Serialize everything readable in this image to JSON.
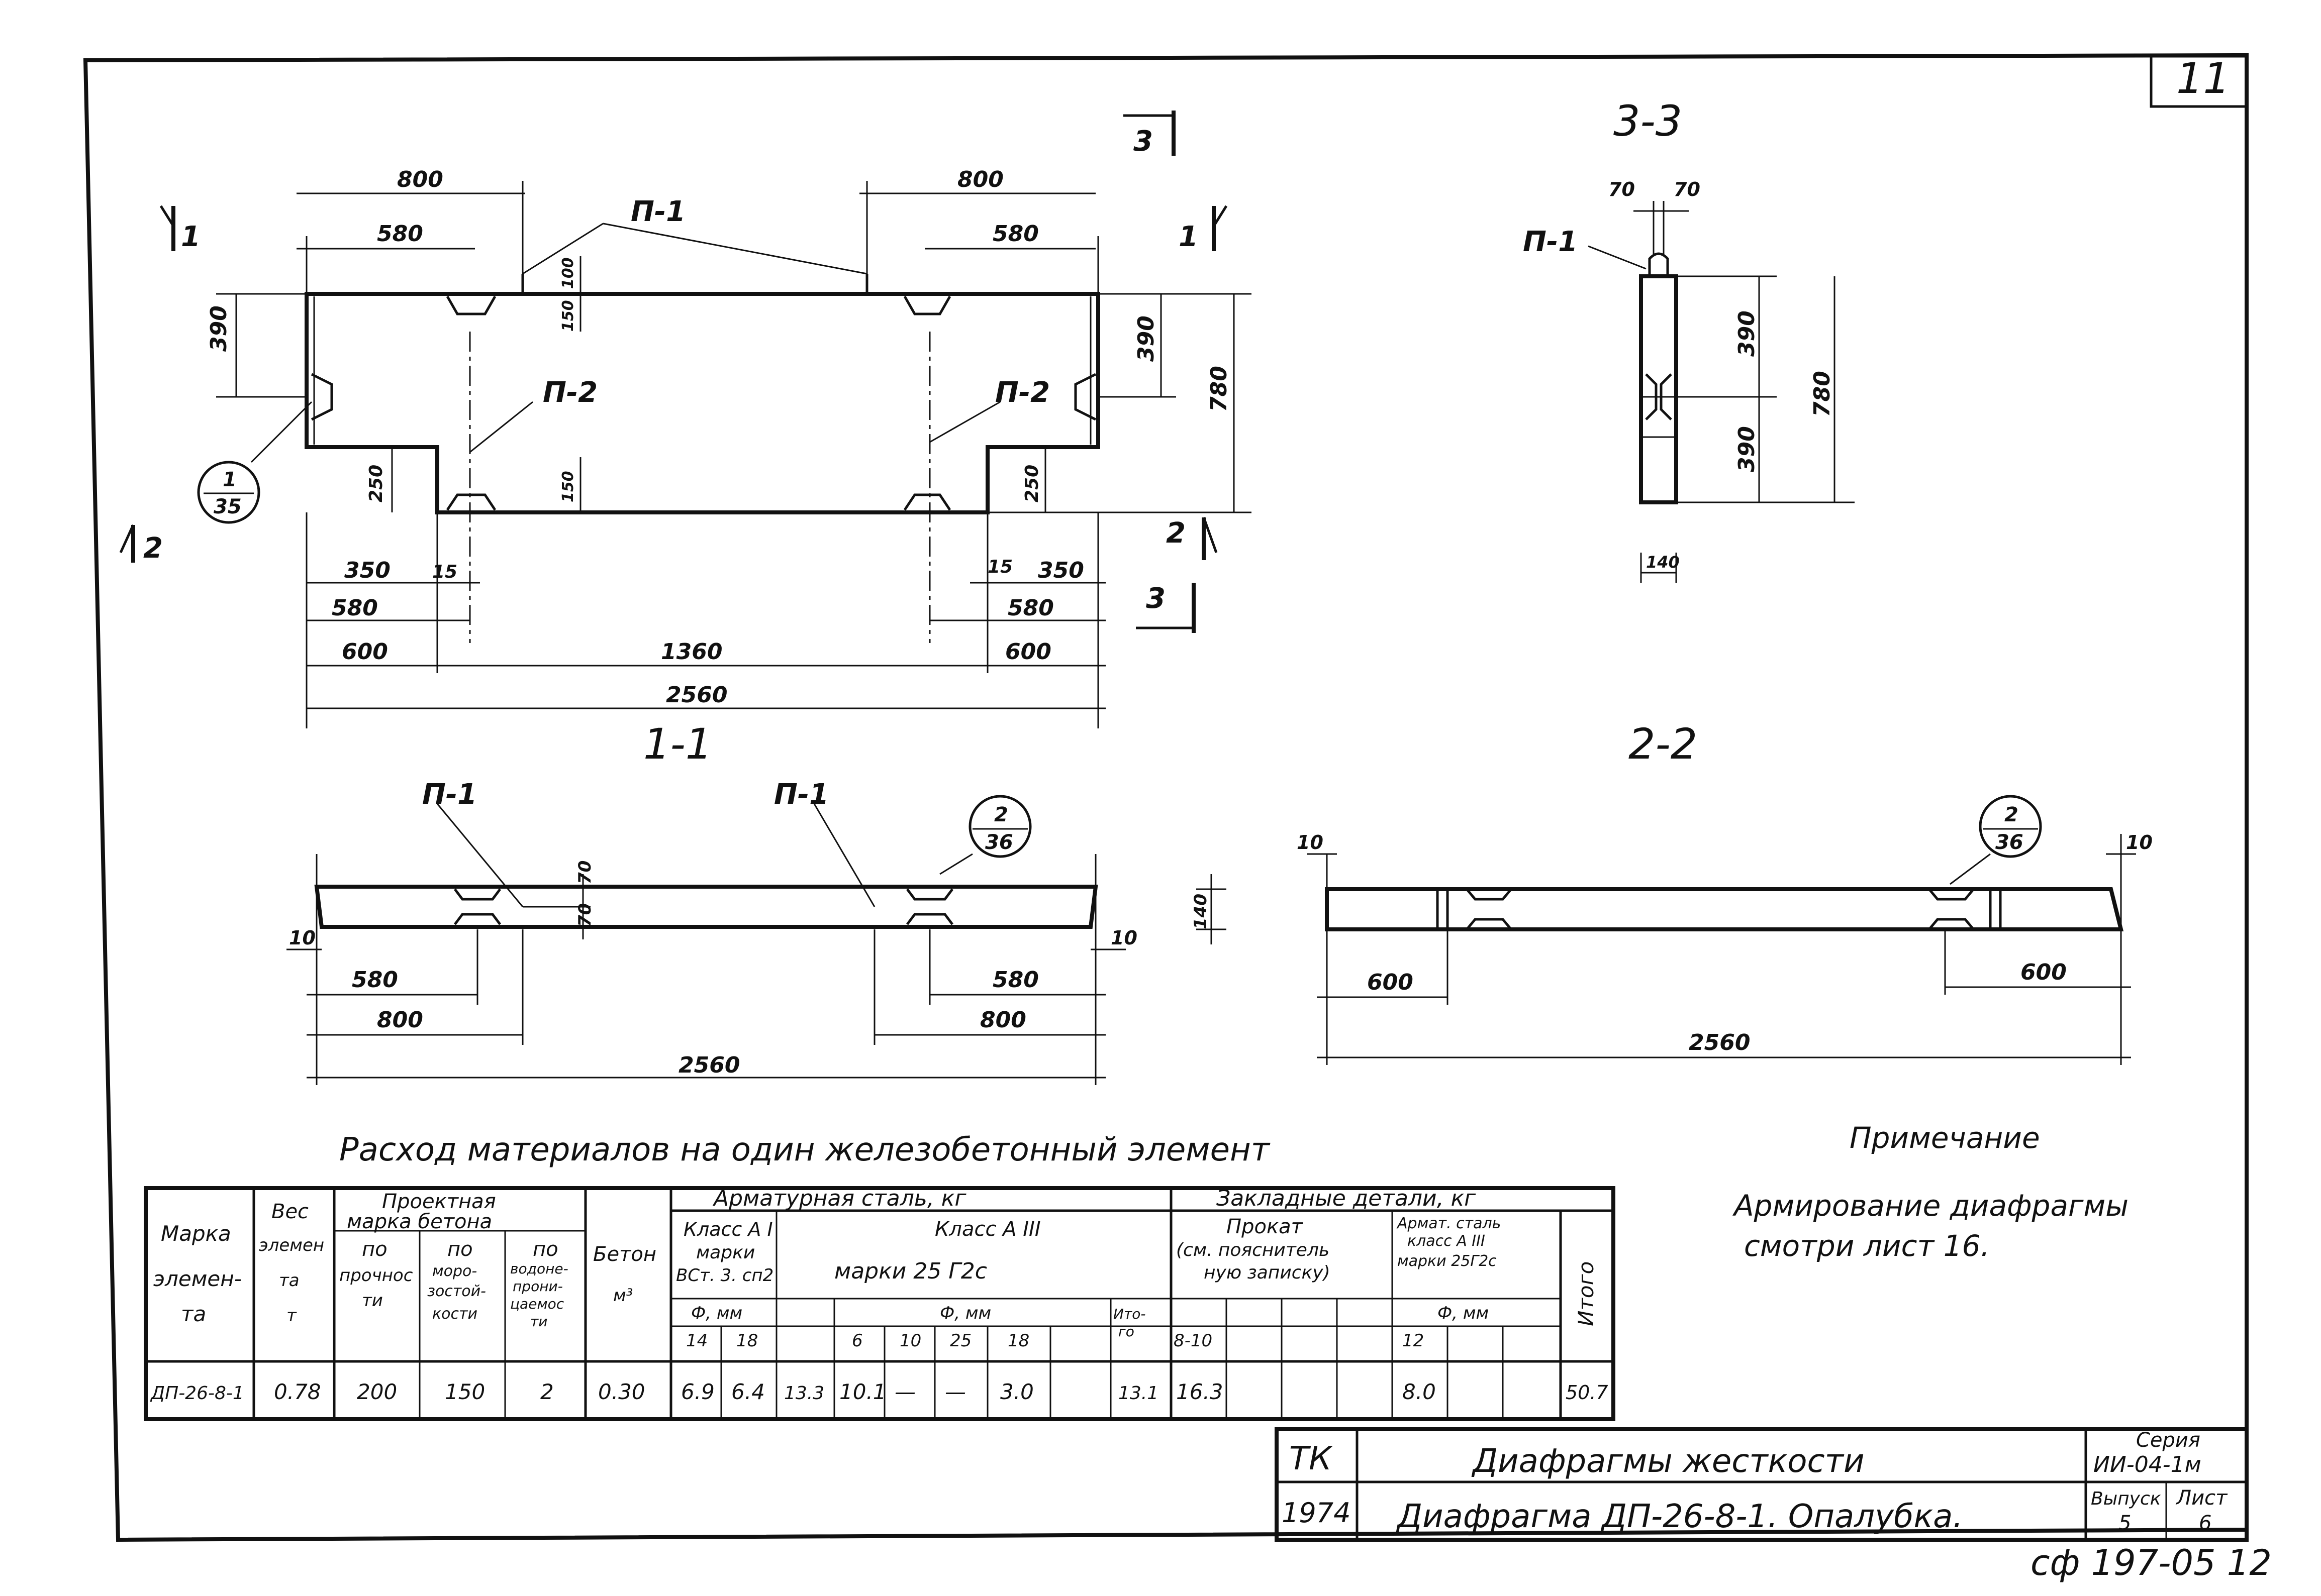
{
  "sheet_number": "11",
  "section_labels": {
    "s11": "1-1",
    "s22": "2-2",
    "s33": "3-3"
  },
  "section_marks": {
    "m1": "1",
    "m2": "2",
    "m3": "3"
  },
  "part_labels": {
    "p1": "П-1",
    "p2": "П-2"
  },
  "callouts": {
    "c1": {
      "top": "1",
      "bottom": "35"
    },
    "c2": {
      "top": "2",
      "bottom": "36"
    }
  },
  "dimensions": {
    "d800": "800",
    "d580": "580",
    "d390": "390",
    "d780": "780",
    "d100": "100",
    "d150": "150",
    "d250": "250",
    "d350": "350",
    "d15": "15",
    "d600": "600",
    "d1360": "1360",
    "d2560": "2560",
    "d70": "70",
    "d140": "140",
    "d10": "10"
  },
  "materials_title": "Расход материалов на один железобетонный элемент",
  "materials_table": {
    "head": {
      "marka": "Марка",
      "marka2": "элемен-",
      "marka3": "та",
      "ves": "Вес",
      "ves2": "элемен",
      "ves3": "та",
      "ves4": "т",
      "proekt": "Проектная",
      "proekt2": "марка бетона",
      "po1": "по",
      "po1b": "прочнос",
      "po1c": "ти",
      "po2": "по",
      "po2b": "моро-",
      "po2c": "зостой-",
      "po2d": "кости",
      "po3": "по",
      "po3b": "водоне-",
      "po3c": "прони-",
      "po3d": "цаемос",
      "po3e": "ти",
      "beton": "Бетон",
      "beton2": "м³",
      "armstal": "Арматурная сталь, кг",
      "klassA1": "Класс А I",
      "marki": "марки",
      "vst": "ВСт. 3. сп2",
      "klassA3": "Класс А III",
      "marki25": "марки 25 Г2с",
      "phi": "Ф, мм",
      "itogo_short": "Ито-",
      "itogo_short2": "го",
      "zakl": "Закладные детали, кг",
      "prokat": "Прокат",
      "prokat2": "(см. пояснитель",
      "prokat3": "ную записку)",
      "armat": "Армат. сталь",
      "armat2": "класс А III",
      "armat3": "марки 25Г2с",
      "itogo": "Итого",
      "d14": "14",
      "d18": "18",
      "d6": "6",
      "d10": "10",
      "d25": "25",
      "d18b": "18",
      "d810": "8-10",
      "d12": "12"
    },
    "row": {
      "marka": "ДП-26-8-1",
      "ves": "0.78",
      "po1": "200",
      "po2": "150",
      "po3": "2",
      "beton": "0.30",
      "a14": "6.9",
      "a18": "6.4",
      "asum": "13.3",
      "b6": "10.1",
      "b10": "—",
      "b25": "—",
      "b18": "3.0",
      "bsum": "13.1",
      "prokat": "16.3",
      "armat12": "8.0",
      "itogo": "50.7"
    }
  },
  "note_title": "Примечание",
  "note_text1": "Армирование диафрагмы",
  "note_text2": "смотри лист 16.",
  "title_block": {
    "org": "ТК",
    "year": "1974",
    "name1": "Диафрагмы жесткости",
    "name2": "Диафрагма ДП-26-8-1. Опалубка.",
    "seria_label": "Серия",
    "seria_value": "ИИ-04-1м",
    "vypusk_label": "Выпуск",
    "vypusk_value": "5",
    "list_label": "Лист",
    "list_value": "6"
  },
  "archive_stamp": "сф 197-05 12"
}
